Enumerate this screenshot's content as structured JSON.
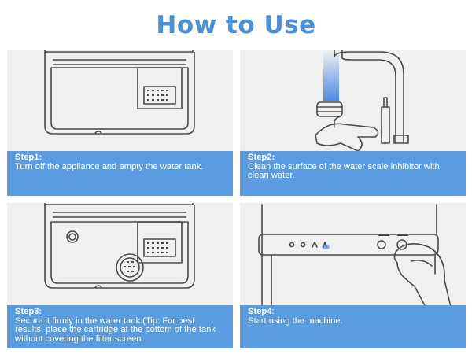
{
  "title": "How to Use",
  "steps": [
    {
      "label": "Step1:",
      "text": "Turn off the appliance and empty the water tank."
    },
    {
      "label": "Step2:",
      "text": "Clean the surface of the water scale inhibitor with clean water."
    },
    {
      "label": "Step3:",
      "text": "Secure it firmly in the water tank.(Tip: For best results, place the cartridge at the bottom of the tank without covering the filter screen."
    },
    {
      "label": "Step4",
      "colon": ":",
      "text": "Start using the machine."
    }
  ],
  "colors": {
    "title": "#4a90d9",
    "caption_bg": "#5b9bdf",
    "panel_bg": "#f0f0f0",
    "water": "#3b7fe0"
  }
}
